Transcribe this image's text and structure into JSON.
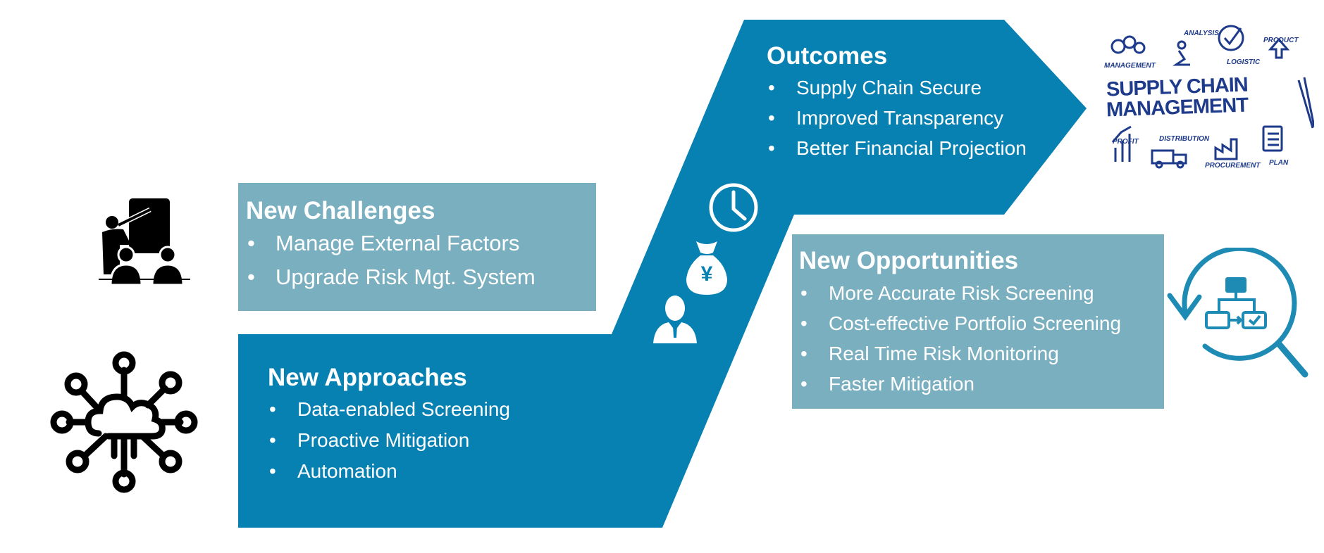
{
  "colors": {
    "primary_blue": "#0780b2",
    "light_teal": "#7aafbf",
    "icon_dark": "#000000",
    "scm_blue": "#1e3a8a"
  },
  "challenges": {
    "title": "New Challenges",
    "items": [
      "Manage External Factors",
      "Upgrade Risk Mgt. System"
    ],
    "icon": "presentation-icon"
  },
  "approaches": {
    "title": "New Approaches",
    "items": [
      "Data-enabled Screening",
      "Proactive Mitigation",
      "Automation"
    ],
    "icon": "network-cloud-icon"
  },
  "opportunities": {
    "title": "New Opportunities",
    "items": [
      "More Accurate Risk Screening",
      "Cost-effective Portfolio Screening",
      "Real Time Risk Monitoring",
      "Faster Mitigation"
    ],
    "icon": "magnifier-flow-icon"
  },
  "outcomes": {
    "title": "Outcomes",
    "items": [
      "Supply Chain Secure",
      "Improved Transparency",
      "Better Financial Projection"
    ]
  },
  "center_icons": [
    "clock-icon",
    "money-bag-icon",
    "person-icon"
  ],
  "money_symbol": "¥",
  "scm_graphic": {
    "title_line1": "SUPPLY CHAIN",
    "title_line2": "MANAGEMENT",
    "labels": {
      "management": "MANAGEMENT",
      "analysis": "ANALYSIS",
      "logistic": "LOGISTIC",
      "product": "PRODUCT",
      "profit": "PROFIT",
      "distribution": "DISTRIBUTION",
      "procurement": "PROCUREMENT",
      "plan": "PLAN"
    }
  }
}
